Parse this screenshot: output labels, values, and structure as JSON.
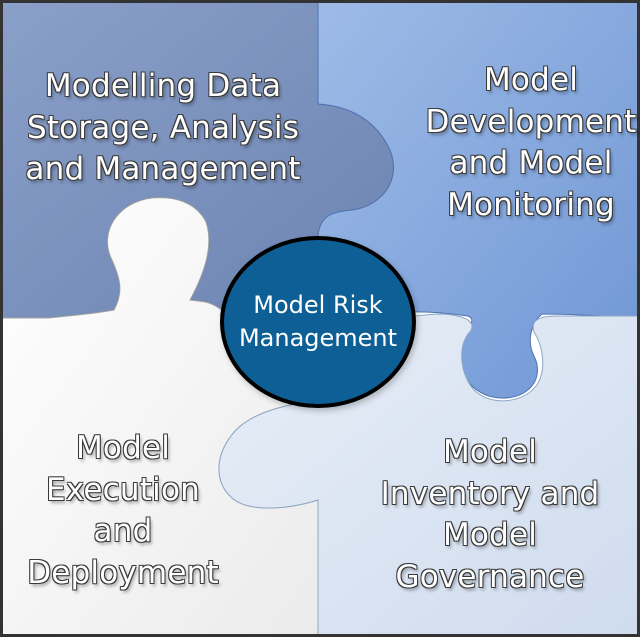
{
  "center": {
    "title": "Model Risk\nManagement"
  },
  "pieces": {
    "top_left": {
      "label": "Modelling Data\nStorage, Analysis\nand Management"
    },
    "top_right": {
      "label": "Model\nDevelopment\nand Model\nMonitoring"
    },
    "bottom_left": {
      "label": "Model\nExecution\nand\nDeployment"
    },
    "bottom_right": {
      "label": "Model\nInventory and\nModel\nGovernance"
    }
  },
  "colors": {
    "top_left": "#7589b4",
    "top_right": "#7ea2db",
    "bottom_left": "#f2f2f2",
    "bottom_right": "#d8e3f1",
    "center_fill": "#0f5f96",
    "center_stroke": "#000000",
    "frame_stroke": "#333333"
  }
}
